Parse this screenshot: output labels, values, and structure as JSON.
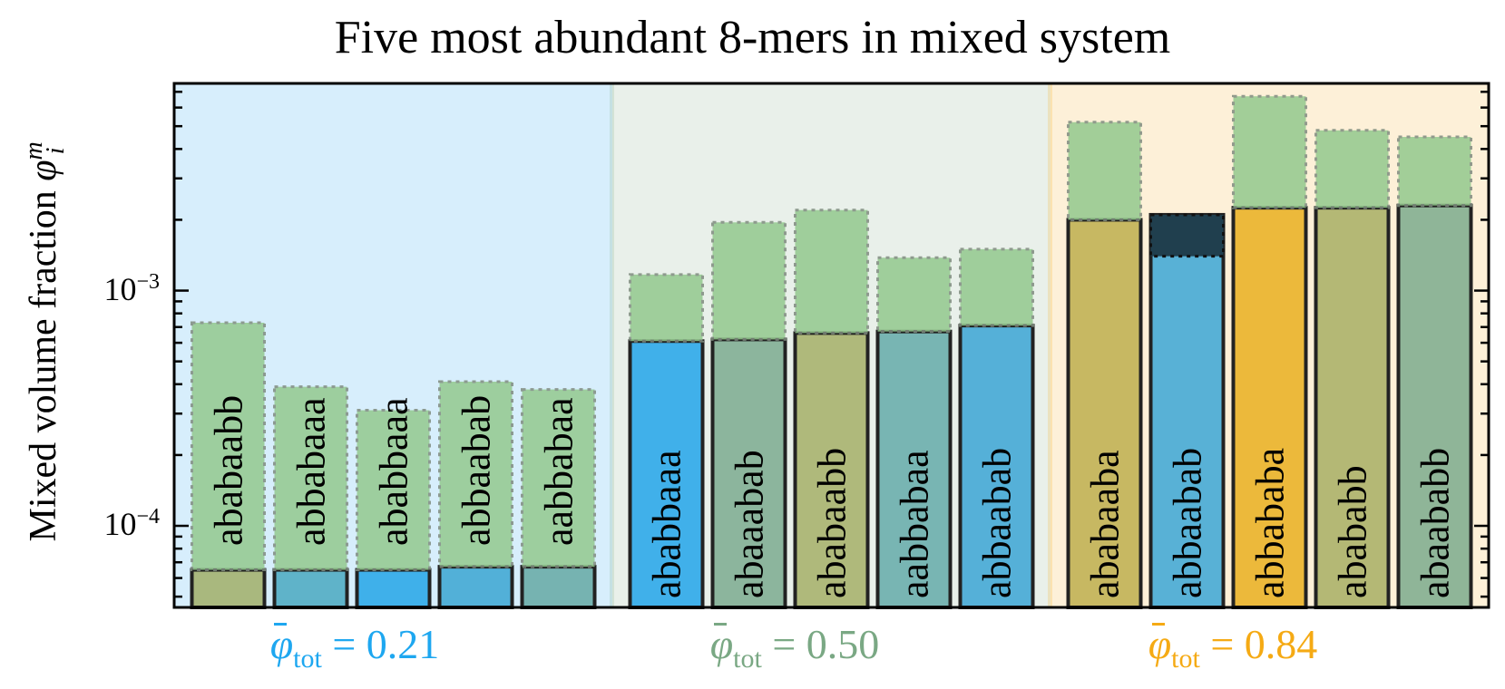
{
  "chart_data": {
    "type": "bar",
    "title": "Five most abundant 8-mers in mixed system",
    "xlabel": "",
    "ylabel": "Mixed volume fraction φ_i^m",
    "yscale": "log",
    "ylim": [
      4.5e-05,
      0.0076
    ],
    "yticks": [
      {
        "value": 0.001,
        "base": "10",
        "exp": "−3"
      },
      {
        "value": 0.0001,
        "base": "10",
        "exp": "−4"
      }
    ],
    "groups": [
      {
        "label_symbol": "φ",
        "label_sub": "tot",
        "label_value": "= 0.21",
        "phi_tot": 0.21,
        "color": "#1ea7f0",
        "background": "#d7eefc",
        "bars": [
          {
            "name": "ababaabb",
            "solid": 6.5e-05,
            "dashed": 0.00073,
            "fill": "#a9b87e"
          },
          {
            "name": "abbabaaa",
            "solid": 6.5e-05,
            "dashed": 0.00039,
            "fill": "#5fb3c9"
          },
          {
            "name": "ababbaaa",
            "solid": 6.5e-05,
            "dashed": 0.00031,
            "fill": "#3fb0ea"
          },
          {
            "name": "abbaabab",
            "solid": 6.7e-05,
            "dashed": 0.00041,
            "fill": "#52b0d8"
          },
          {
            "name": "aabbabaa",
            "solid": 6.7e-05,
            "dashed": 0.00038,
            "fill": "#76b3b1"
          }
        ]
      },
      {
        "label_symbol": "φ",
        "label_sub": "tot",
        "label_value": "= 0.50",
        "phi_tot": 0.5,
        "color": "#7aa884",
        "background": "#e9f0ea",
        "bars": [
          {
            "name": "ababbaaa",
            "solid": 0.00061,
            "dashed": 0.00117,
            "fill": "#40b0ea"
          },
          {
            "name": "abaaabab",
            "solid": 0.00062,
            "dashed": 0.00195,
            "fill": "#8cb59d"
          },
          {
            "name": "ababaabb",
            "solid": 0.00066,
            "dashed": 0.0022,
            "fill": "#afb97b"
          },
          {
            "name": "aabbabaa",
            "solid": 0.00067,
            "dashed": 0.00138,
            "fill": "#78b5b3"
          },
          {
            "name": "abbaabab",
            "solid": 0.00071,
            "dashed": 0.0015,
            "fill": "#55b0d8"
          }
        ]
      },
      {
        "label_symbol": "φ",
        "label_sub": "tot",
        "label_value": "= 0.84",
        "phi_tot": 0.84,
        "color": "#f5aa14",
        "background": "#fdf0d8",
        "bars": [
          {
            "name": "ababaaba",
            "solid": 0.002,
            "dashed": 0.0052,
            "fill": "#c7b862"
          },
          {
            "name": "abbaabab",
            "solid": 0.0021,
            "dashed": 0.0014,
            "fill": "#58b1d6"
          },
          {
            "name": "abbababa",
            "solid": 0.00225,
            "dashed": 0.0067,
            "fill": "#ecb93b"
          },
          {
            "name": "abababb",
            "solid": 0.00225,
            "dashed": 0.0048,
            "fill": "#b4b875"
          },
          {
            "name": "abaababb",
            "solid": 0.0023,
            "dashed": 0.0045,
            "fill": "#8fb598"
          }
        ]
      }
    ],
    "dashed_fill": "#93c98e",
    "legend": null,
    "grid": false
  },
  "labels": {
    "title": "Five most abundant 8-mers in mixed system",
    "ylabel_text": "Mixed volume fraction ",
    "ylabel_symbol": "φ",
    "ylabel_sub": "i",
    "ylabel_sup": "m",
    "ytick_1e3_base": "10",
    "ytick_1e3_exp": "−3",
    "ytick_1e4_base": "10",
    "ytick_1e4_exp": "−4",
    "group1_symbol": "φ",
    "group1_sub": "tot",
    "group1_value": "= 0.21",
    "group2_symbol": "φ",
    "group2_sub": "tot",
    "group2_value": "= 0.50",
    "group3_symbol": "φ",
    "group3_sub": "tot",
    "group3_value": "= 0.84"
  }
}
